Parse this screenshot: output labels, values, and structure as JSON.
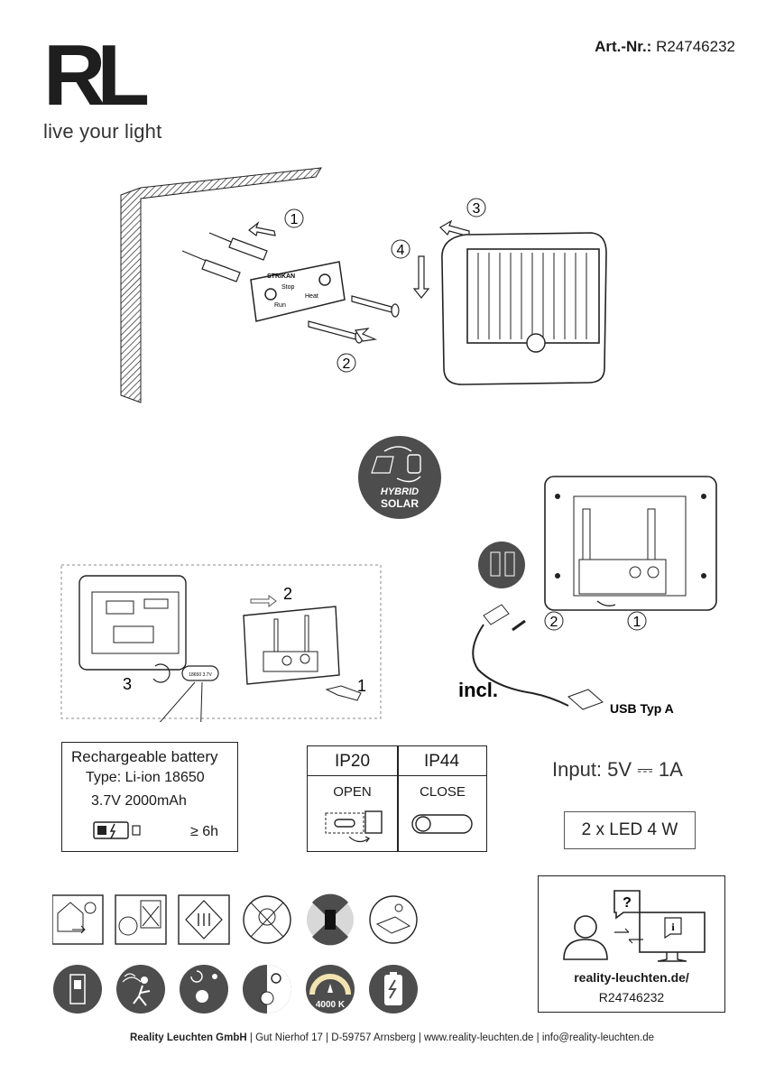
{
  "brand": {
    "logo": "RL",
    "tagline": "live your light"
  },
  "article": {
    "label": "Art.-Nr.:",
    "number": "R24746232"
  },
  "mounting": {
    "steps": [
      "1",
      "2",
      "3",
      "4"
    ],
    "bracket_labels": [
      "STRIKAN",
      "Stop",
      "Run",
      "Heat"
    ]
  },
  "hybrid_badge": {
    "line1": "HYBRID",
    "line2": "SOLAR"
  },
  "battery_diagram": {
    "step1": "1",
    "step2": "2",
    "step3": "3",
    "cell_label": "18650 3.7V"
  },
  "usb_diagram": {
    "step1": "1",
    "step2": "2",
    "incl": "incl.",
    "cable": "USB Typ A"
  },
  "battery_box": {
    "title": "Rechargeable battery",
    "type": "Type: Li-ion 18650",
    "spec": "3.7V 2000mAh",
    "charge_time": "≥  6h"
  },
  "ip_table": {
    "col1_header": "IP20",
    "col2_header": "IP44",
    "col1_label": "OPEN",
    "col2_label": "CLOSE"
  },
  "input_spec": "Input: 5V ⎓ 1A",
  "led_spec": "2 x LED 4 W",
  "cct_badge": "4000 K",
  "website_box": {
    "url": "reality-leuchten.de/",
    "code": "R24746232"
  },
  "footer": {
    "company": "Reality Leuchten GmbH",
    "address": "Gut Nierhof 17",
    "city": "D-59757 Arnsberg",
    "web": "www.reality-leuchten.de",
    "email": "info@reality-leuchten.de"
  },
  "colors": {
    "icon_dark": "#4a4a4a",
    "line": "#222222"
  }
}
